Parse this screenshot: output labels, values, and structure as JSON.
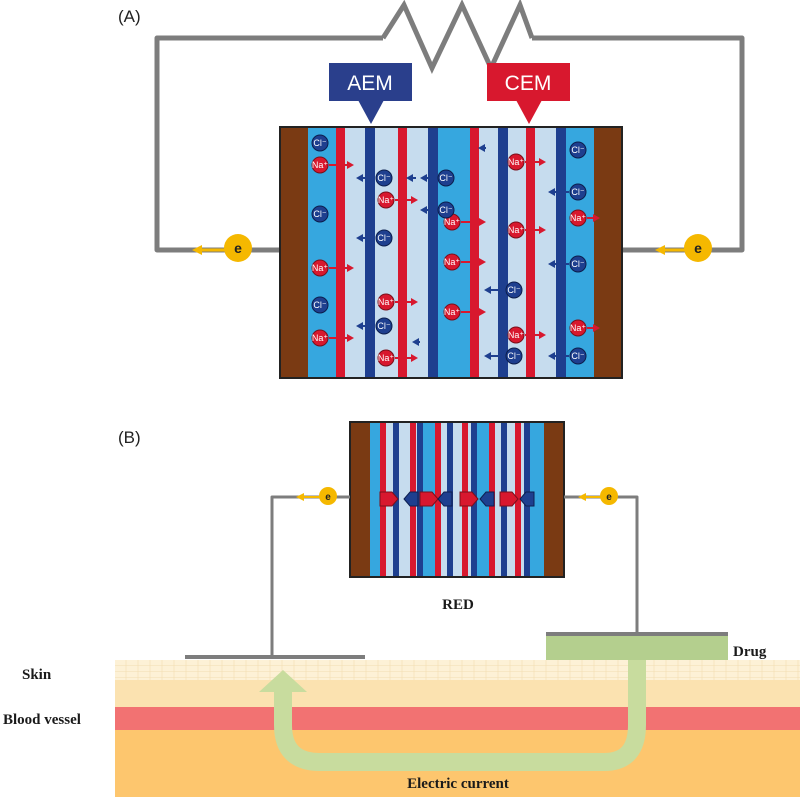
{
  "panels": {
    "a": {
      "label": "(A)"
    },
    "b": {
      "label": "(B)"
    }
  },
  "membranes": {
    "aem": "AEM",
    "cem": "CEM"
  },
  "ions": {
    "chloride": "Cl⁻",
    "sodium": "Na⁺"
  },
  "electron": "e",
  "labels": {
    "red": "RED",
    "skin": "Skin",
    "blood_vessel": "Blood vessel",
    "drug": "Drug",
    "electric_current": "Electric current"
  },
  "colors": {
    "electrode": "#7a3a13",
    "aem": "#1e3f8f",
    "cem": "#d8182e",
    "high_concentration": "#36a7df",
    "low_concentration": "#c6dcee",
    "wire": "#7d7d7d",
    "electron": "#f5b800",
    "skin_top": "#fdf1d6",
    "dermis": "#fbe2b0",
    "blood_vessel": "#f27272",
    "subcutaneous": "#fdc66e",
    "drug_patch": "#b4cf8e",
    "current_arrow": "#c8dc9e"
  }
}
